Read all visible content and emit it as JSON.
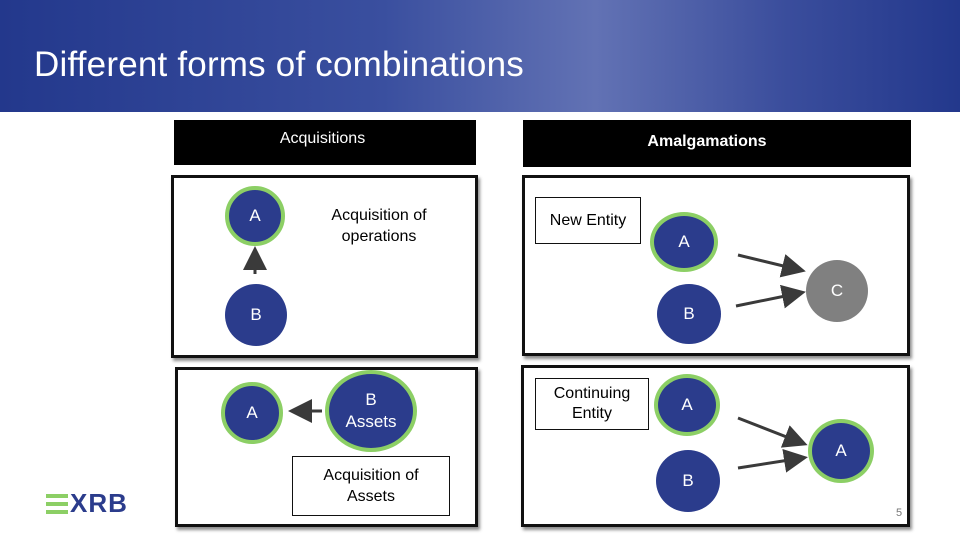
{
  "title": "Different forms of combinations",
  "headers": {
    "acquisitions": "Acquisitions",
    "amalgamations": "Amalgamations"
  },
  "panel_operations": {
    "node_a": "A",
    "node_b": "B",
    "label": "Acquisition of operations"
  },
  "panel_assets": {
    "node_a": "A",
    "node_b_assets": "B\nAssets",
    "label": "Acquisition of Assets"
  },
  "panel_new_entity": {
    "label": "New Entity",
    "node_a": "A",
    "node_b": "B",
    "node_c": "C"
  },
  "panel_continuing_entity": {
    "label": "Continuing Entity",
    "node_a": "A",
    "node_b": "B",
    "node_result": "A"
  },
  "logo": {
    "text": "XRB"
  },
  "page_number": "5",
  "colors": {
    "header_blue": "#23388c",
    "node_navy": "#2b3c8c",
    "node_ring_green": "#8ccf65",
    "node_gray": "#808080"
  }
}
